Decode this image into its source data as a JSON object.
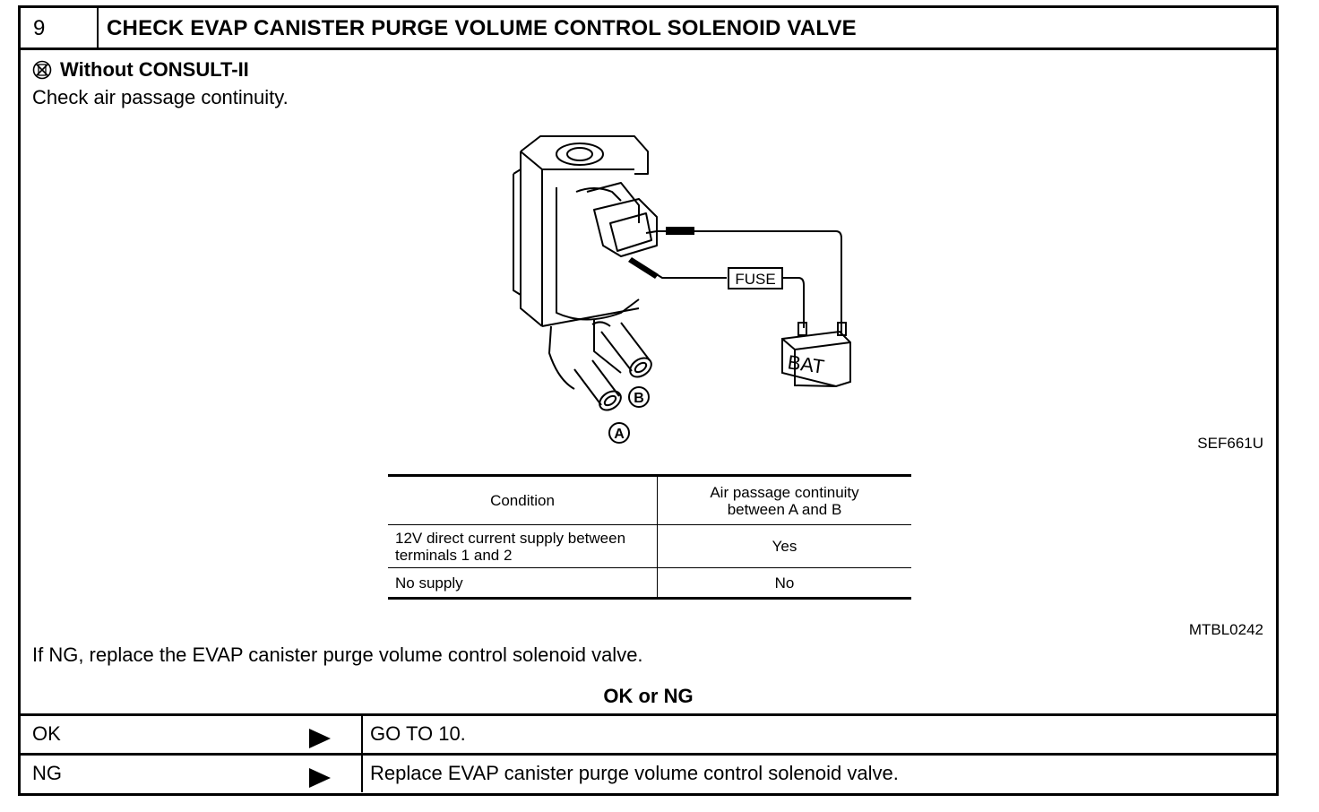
{
  "step": {
    "number": "9",
    "title": "CHECK EVAP CANISTER PURGE VOLUME CONTROL SOLENOID VALVE"
  },
  "mode_label": "Without CONSULT-II",
  "intro": "Check air passage continuity.",
  "figure": {
    "fuse_label": "FUSE",
    "battery_label": "BAT",
    "port_a": "A",
    "port_b": "B",
    "code": "SEF661U"
  },
  "table": {
    "headers": [
      "Condition",
      "Air passage continuity between A and B"
    ],
    "rows": [
      [
        "12V direct current supply between terminals 1 and 2",
        "Yes"
      ],
      [
        "No supply",
        "No"
      ]
    ],
    "code": "MTBL0242"
  },
  "result_text": "If NG, replace the EVAP canister purge volume control solenoid valve.",
  "question": "OK or NG",
  "outcomes": [
    {
      "label": "OK",
      "action": "GO TO 10."
    },
    {
      "label": "NG",
      "action": "Replace EVAP canister purge volume control solenoid valve."
    }
  ]
}
